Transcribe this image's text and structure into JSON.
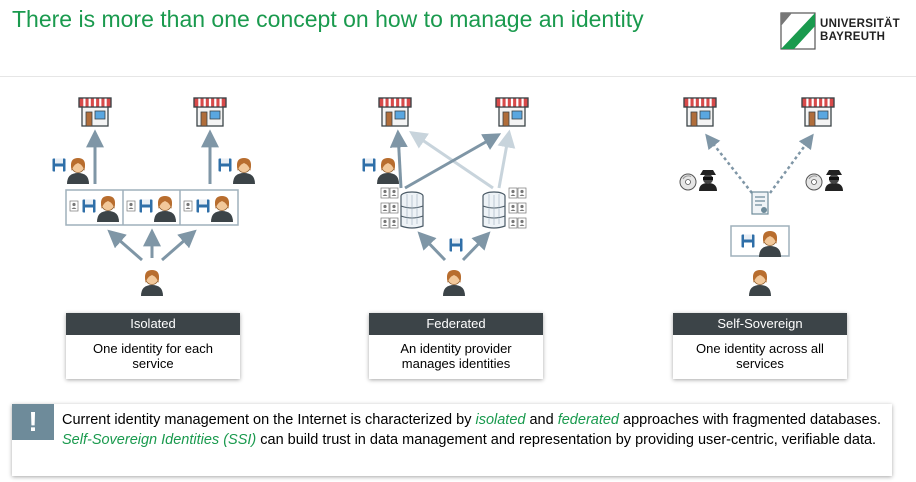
{
  "slide": {
    "title": "There is more than one concept on how to manage an identity",
    "logo": {
      "line1": "UNIVERSITÄT",
      "line2": "BAYREUTH"
    }
  },
  "colors": {
    "accent": "#1a9a4e",
    "arrow": "#7f96a6",
    "card_header": "#3c4448",
    "note_icon": "#6e8b9a"
  },
  "icons": [
    "shop-icon",
    "person-icon",
    "floppy-disk-icon",
    "id-card-icon",
    "database-server-icon",
    "disc-icon",
    "spy-icon",
    "certificate-icon",
    "forward-arrow-icon"
  ],
  "concepts": [
    {
      "name": "Isolated",
      "description": "One identity for each service"
    },
    {
      "name": "Federated",
      "description": "An identity provider manages identities"
    },
    {
      "name": "Self-Sovereign",
      "description": "One identity across all services"
    }
  ],
  "note": {
    "icon": "!",
    "part1": "Current identity management on the Internet is characterized by ",
    "term_isolated": "isolated",
    "part2": " and ",
    "term_federated": "federated",
    "part3": " approaches with fragmented databases. ",
    "term_ssi": "Self-Sovereign Identities (SSI)",
    "part4": " can build trust in data management and representation by providing user-centric, verifiable data."
  }
}
